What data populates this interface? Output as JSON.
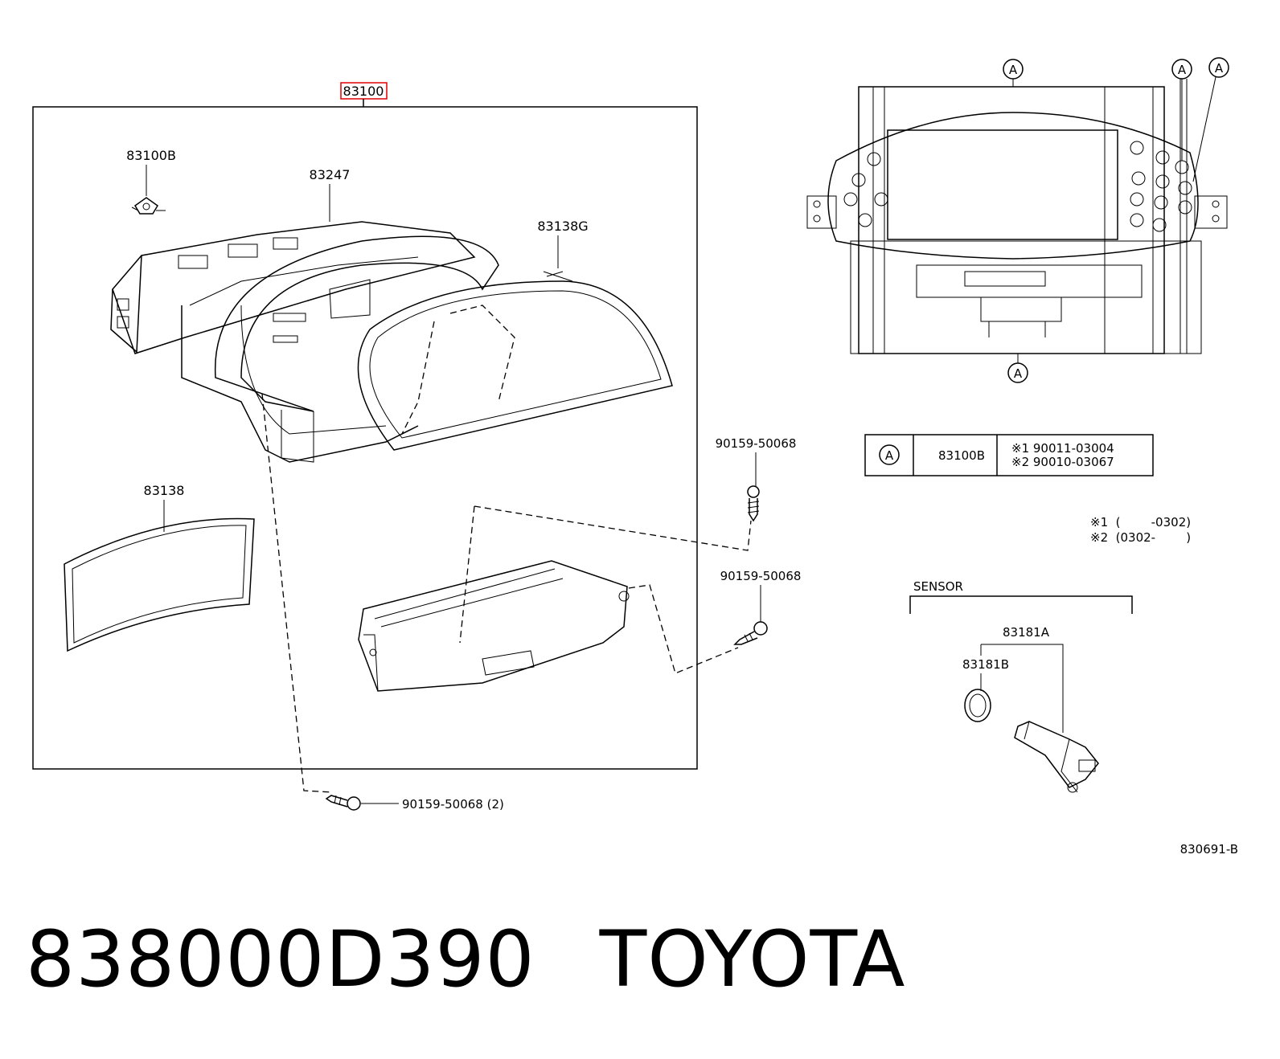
{
  "group_label": "83100",
  "parts": {
    "clip": "83100B",
    "case": "83247",
    "lens_ring": "83138G",
    "glass": "83138",
    "screw_a": "90159-50068",
    "screw_b": "90159-50068",
    "screw_c": "90159-50068 (2)"
  },
  "callout_letter": "A",
  "table": {
    "ref": "A",
    "part": "83100B",
    "variants": [
      "※1 90011-03004",
      "※2 90010-03067"
    ]
  },
  "notes": [
    "※1  (        -0302)",
    "※2  (0302-        )"
  ],
  "sensor": {
    "title": "SENSOR",
    "assembly": "83181A",
    "ring": "83181B"
  },
  "figure_id": "830691-B",
  "footer": {
    "part_number": "838000D390",
    "brand": "TOYOTA"
  }
}
